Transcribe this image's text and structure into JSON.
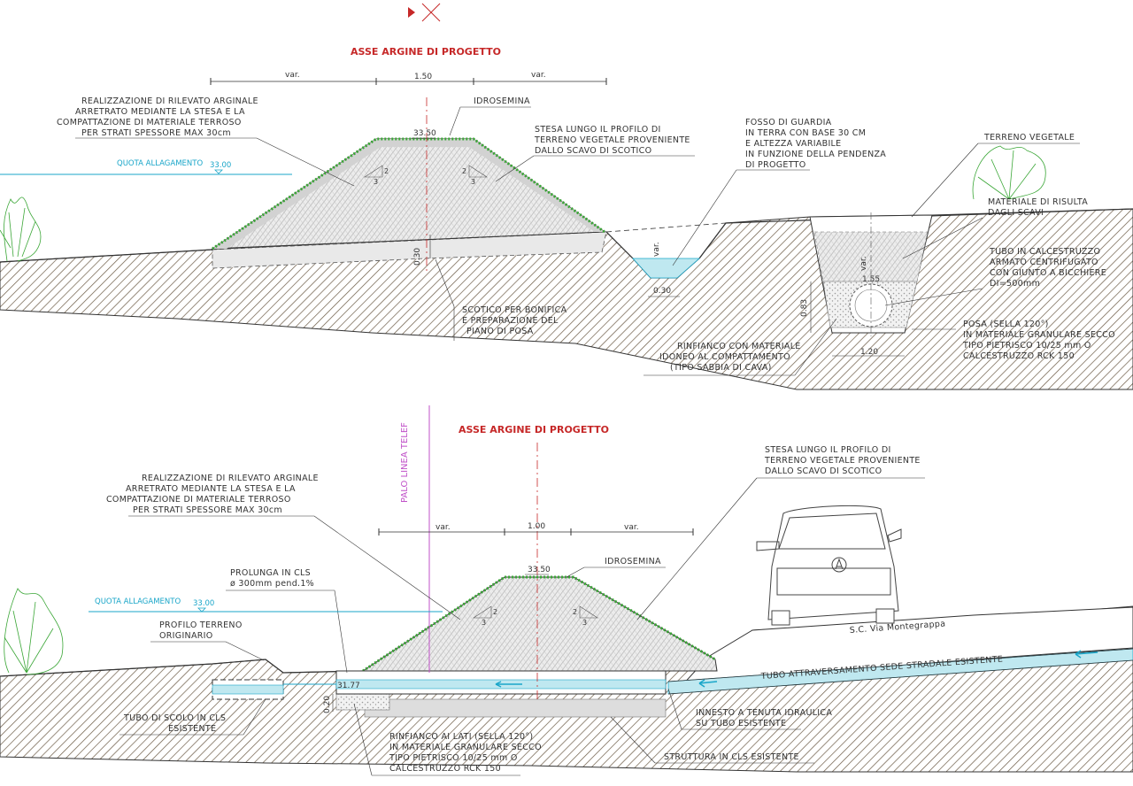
{
  "colors": {
    "line": "#333333",
    "axis_red": "#c62828",
    "water": "#1aa6c9",
    "water_fill": "#bfe8f0",
    "grass": "#3aa636",
    "fill_grey": "#d8d8d8",
    "soil_hatch": "#7a6a55",
    "telephone_pole": "#c050c8"
  },
  "icons": [
    "north-arrow-icon",
    "car-icon",
    "bush-icon",
    "arrow-flow-icon"
  ],
  "top_section": {
    "axis_label": "ASSE ARGINE DI PROGETTO",
    "dims": {
      "left": "var.",
      "center": "1.50",
      "right": "var."
    },
    "embankment_note": [
      "REALIZZAZIONE DI RILEVATO ARGINALE",
      "ARRETRATO MEDIANTE LA STESA E LA",
      "COMPATTAZIONE DI MATERIALE TERROSO",
      "PER STRATI SPESSORE MAX 30cm"
    ],
    "hydroseeding": "IDROSEMINA",
    "crest_level": "33.50",
    "topsoil_note": [
      "STESA LUNGO IL PROFILO DI",
      "TERRENO VEGETALE PROVENIENTE",
      "DALLO SCAVO DI SCOTICO"
    ],
    "flood_label": "QUOTA ALLAGAMENTO",
    "flood_level": "33.00",
    "slope_v": "2",
    "slope_h": "3",
    "depth": "0.30",
    "stripping_note": [
      "SCOTICO PER BONIFICA",
      "E PREPARAZIONE DEL",
      "PIANO DI POSA"
    ],
    "ditch_note": [
      "FOSSO DI GUARDIA",
      "IN TERRA CON BASE 30 CM",
      "E ALTEZZA VARIABILE",
      "IN FUNZIONE DELLA PENDENZA",
      "DI PROGETTO"
    ],
    "ditch_var": "var.",
    "ditch_base": "0.30",
    "topsoil_label": "TERRENO VEGETALE",
    "spoil_note": [
      "MATERIALE DI RISULTA",
      "DAGLI SCAVI"
    ],
    "pipe_note": [
      "TUBO IN CALCESTRUZZO",
      "ARMATO CENTRIFUGATO",
      "CON GIUNTO A BICCHIERE",
      "DI=500mm"
    ],
    "trench_var": "var.",
    "trench_width_top": "1.55",
    "trench_depth": "0.83",
    "trench_width_base": "1.20",
    "bedding_note": [
      "POSA (SELLA 120°)",
      "IN MATERIALE GRANULARE SECCO",
      "TIPO PIETRISCO 10/25 mm O",
      "CALCESTRUZZO RCK 150"
    ],
    "backfill_note": [
      "RINFIANCO CON MATERIALE",
      "IDONEO AL COMPATTAMENTO",
      "(TIPO SABBIA DI CAVA)"
    ]
  },
  "bottom_section": {
    "axis_label": "ASSE ARGINE DI PROGETTO",
    "pole_label": "PALO LINEA TELEF",
    "dims": {
      "left": "var.",
      "center": "1.00",
      "right": "var."
    },
    "embankment_note": [
      "REALIZZAZIONE DI RILEVATO ARGINALE",
      "ARRETRATO MEDIANTE LA STESA E LA",
      "COMPATTAZIONE DI MATERIALE TERROSO",
      "PER STRATI SPESSORE MAX 30cm"
    ],
    "topsoil_note": [
      "STESA LUNGO IL PROFILO DI",
      "TERRENO VEGETALE PROVENIENTE",
      "DALLO SCAVO DI SCOTICO"
    ],
    "hydroseeding": "IDROSEMINA",
    "crest_level": "33.50",
    "extension_note": [
      "PROLUNGA IN CLS",
      "ø 300mm pend.1%"
    ],
    "flood_label": "QUOTA ALLAGAMENTO",
    "flood_level": "33.00",
    "original_profile_note": [
      "PROFILO TERRENO",
      "ORIGINARIO"
    ],
    "slope_v": "2",
    "slope_h": "3",
    "pipe_level": "31.77",
    "depth": "0.20",
    "drain_pipe_note": [
      "TUBO DI SCOLO IN CLS",
      "ESISTENTE"
    ],
    "backfill_note": [
      "RINFIANCO AI LATI (SELLA 120°)",
      "IN MATERIALE GRANULARE SECCO",
      "TIPO PIETRISCO 10/25 mm O",
      "CALCESTRUZZO RCK 150"
    ],
    "joint_note": [
      "INNESTO A TENUTA IDRAULICA",
      "SU TUBO ESISTENTE"
    ],
    "structure_note": "STRUTTURA IN CLS ESISTENTE",
    "road_label": "S.C. Via Montegrappa",
    "crossing_pipe_label": "TUBO ATTRAVERSAMENTO SEDE STRADALE ESISTENTE"
  }
}
